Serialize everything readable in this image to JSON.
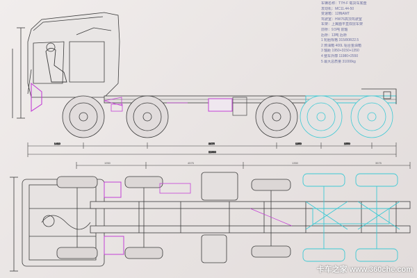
{
  "specs": {
    "lines": [
      "车辆名称：T7H-F 载货车底盘",
      "发动机：MC11.44-50",
      "变速箱：12档AMT",
      "驾驶室：HW76高顶驾驶室",
      "车架：上翼面平直双层车架",
      "前桥：9.5吨 前轴",
      "后桥：13吨 后桥",
      "1 轮胎规格 315/80R22.5",
      "2 燃油箱 400L 铝合金油箱",
      "3 轴距 1950+3150+1350",
      "4 整车外廓 11980×2550",
      "5 最大总质量 31000kg"
    ]
  },
  "dimensions": {
    "top_view": [
      "1950",
      "4575",
      "1350",
      "3575"
    ],
    "side_view": [
      "1410",
      "3875",
      "1350",
      "1550",
      "11980"
    ]
  },
  "watermark": {
    "brand": "卡车之家",
    "url": "www.360che.com"
  },
  "colors": {
    "background": "#ede8e6",
    "line": "#3a3a3a",
    "highlight": "#c33fd6",
    "cyan": "#3cc9d4",
    "spec_text": "#6b6fa0"
  }
}
